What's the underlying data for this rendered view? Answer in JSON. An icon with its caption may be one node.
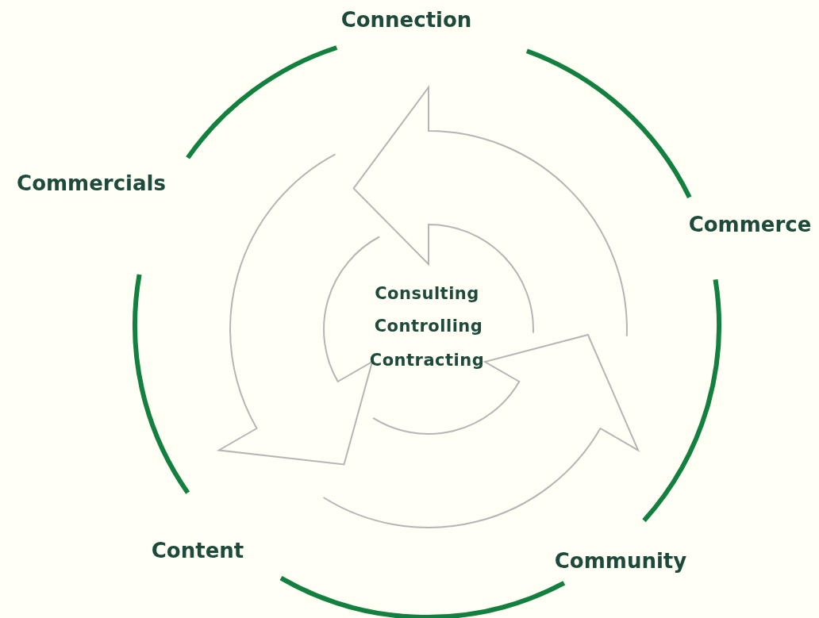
{
  "diagram": {
    "labels": [
      "Connection",
      "Commercials",
      "Commerce",
      "Consulting",
      "Controlling",
      "Contracting",
      "Content",
      "Community"
    ]
  }
}
